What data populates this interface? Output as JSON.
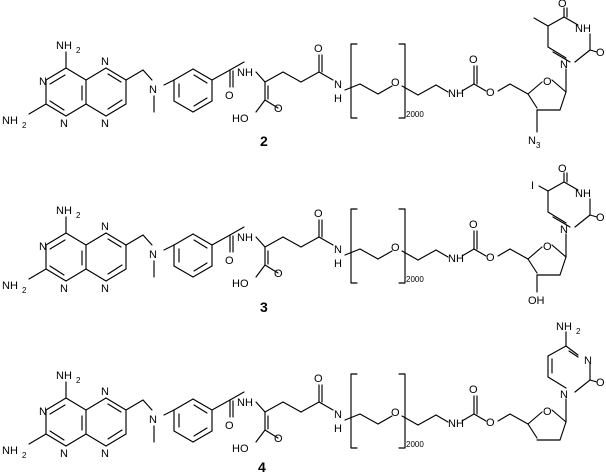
{
  "compounds": [
    {
      "id": "2",
      "label": "2",
      "peg_repeat": "2000",
      "nucleobase": "thymine",
      "sugar_substituent": "N3"
    },
    {
      "id": "3",
      "label": "3",
      "peg_repeat": "2000",
      "nucleobase": "5-iodouracil",
      "sugar_substituent": "OH"
    },
    {
      "id": "4",
      "label": "4",
      "peg_repeat": "2000",
      "nucleobase": "cytosine",
      "sugar_substituent": ""
    }
  ],
  "atom_text": {
    "nh2": "NH",
    "nh2_sub": "2",
    "n": "N",
    "nh": "NH",
    "h": "H",
    "o": "O",
    "ho": "HO",
    "oh": "OH",
    "iodo": "I",
    "n3_sub": "3"
  }
}
